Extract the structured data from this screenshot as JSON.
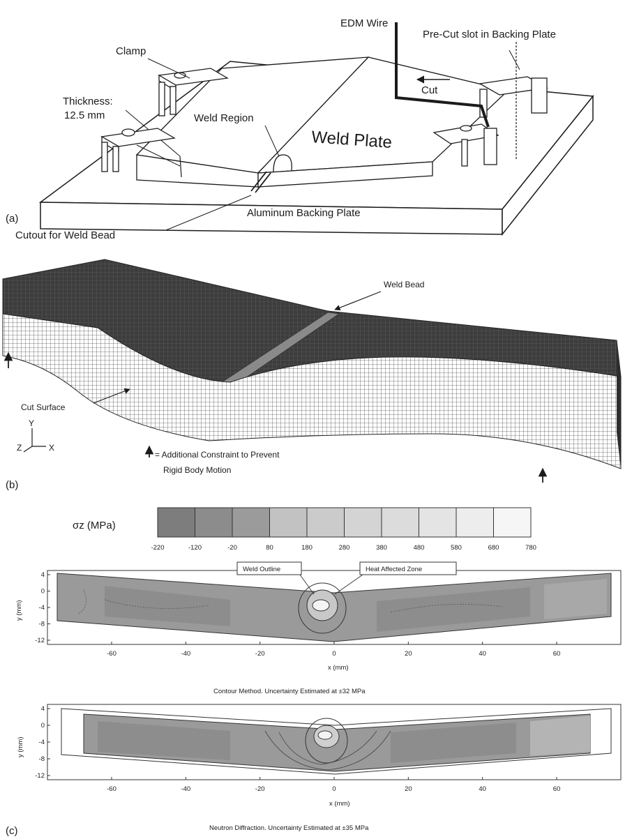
{
  "panel_a": {
    "tag": "(a)",
    "labels": {
      "edm_wire": "EDM Wire",
      "pre_cut": "Pre-Cut slot in Backing Plate",
      "clamp": "Clamp",
      "cut": "Cut",
      "thickness_1": "Thickness:",
      "thickness_2": "12.5 mm",
      "weld_region": "Weld Region",
      "weld_plate": "Weld Plate",
      "backing_plate": "Aluminum Backing Plate",
      "cutout": "Cutout for Weld Bead"
    }
  },
  "panel_b": {
    "tag": "(b)",
    "labels": {
      "weld_bead": "Weld Bead",
      "cut_surface": "Cut Surface",
      "axis_y": "Y",
      "axis_z": "Z",
      "axis_x": "X",
      "constraint_1": "= Additional Constraint to Prevent",
      "constraint_2": "Rigid Body Motion"
    }
  },
  "panel_c": {
    "tag": "(c)",
    "legend_label": "σz (MPa)",
    "legend_ticks": [
      "-220",
      "-120",
      "-20",
      "80",
      "180",
      "280",
      "380",
      "480",
      "580",
      "680",
      "780"
    ],
    "legend_colors": [
      "#7d7d7d",
      "#8c8c8c",
      "#9b9b9b",
      "#c2c2c2",
      "#cbcbcb",
      "#d4d4d4",
      "#dcdcdc",
      "#e4e4e4",
      "#ededed",
      "#f6f6f6"
    ],
    "callouts": {
      "weld_outline": "Weld Outline",
      "haz": "Heat Affected Zone"
    },
    "plots": [
      {
        "ylabel": "y (mm)",
        "xlabel": "x (mm)",
        "yticks": [
          "4",
          "0",
          "-4",
          "-8",
          "-12"
        ],
        "xticks": [
          "-60",
          "-40",
          "-20",
          "0",
          "20",
          "40",
          "60"
        ],
        "caption": "Contour Method. Uncertainty Estimated at ±32 MPa"
      },
      {
        "ylabel": "y (mm)",
        "xlabel": "x (mm)",
        "yticks": [
          "4",
          "0",
          "-4",
          "-8",
          "-12"
        ],
        "xticks": [
          "-60",
          "-40",
          "-20",
          "0",
          "20",
          "40",
          "60"
        ],
        "caption": "Neutron Diffraction. Uncertainty Estimated at ±35 MPa"
      }
    ]
  }
}
